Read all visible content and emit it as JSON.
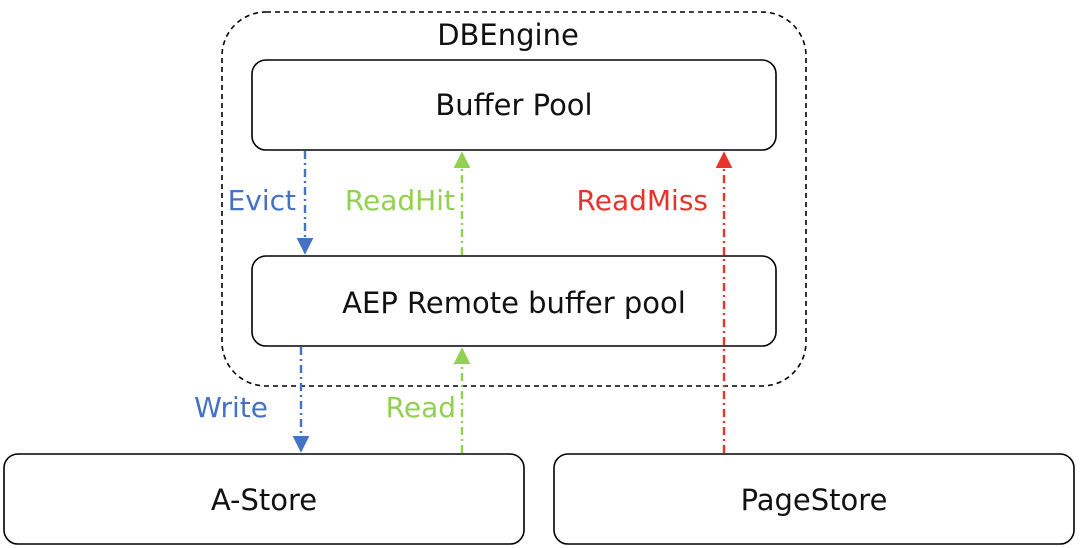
{
  "container": {
    "label": "DBEngine"
  },
  "nodes": {
    "buffer_pool": "Buffer Pool",
    "aep_remote_buffer_pool": "AEP Remote buffer pool",
    "a_store": "A-Store",
    "page_store": "PageStore"
  },
  "edges": {
    "evict": "Evict",
    "read_hit": "ReadHit",
    "read_miss": "ReadMiss",
    "write": "Write",
    "read": "Read"
  },
  "colors": {
    "evict": "#4472C4",
    "write": "#4472C4",
    "read_hit": "#92D050",
    "read": "#92D050",
    "read_miss": "#E8332A",
    "border": "#000000",
    "text": "#111111"
  }
}
